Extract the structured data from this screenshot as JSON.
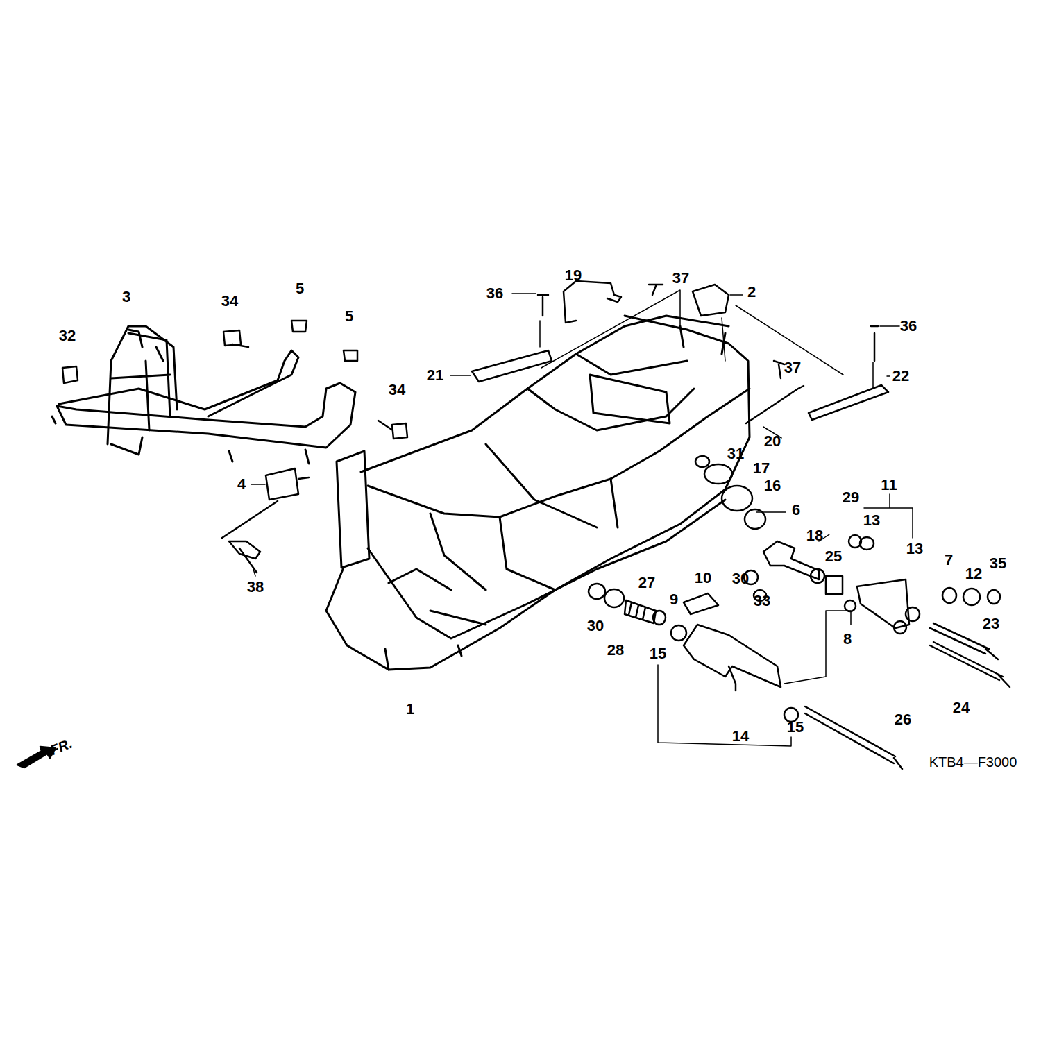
{
  "diagram": {
    "labels": [
      "3",
      "32",
      "34",
      "5",
      "5",
      "34",
      "4",
      "38",
      "36",
      "19",
      "37",
      "2",
      "21",
      "36",
      "22",
      "37",
      "20",
      "31",
      "17",
      "16",
      "6",
      "18",
      "10",
      "30",
      "33",
      "29",
      "11",
      "13",
      "13",
      "25",
      "7",
      "12",
      "35",
      "8",
      "23",
      "24",
      "27",
      "9",
      "30",
      "28",
      "15",
      "15",
      "14",
      "26",
      "1",
      "FR.",
      "KTB4—F3000"
    ]
  }
}
